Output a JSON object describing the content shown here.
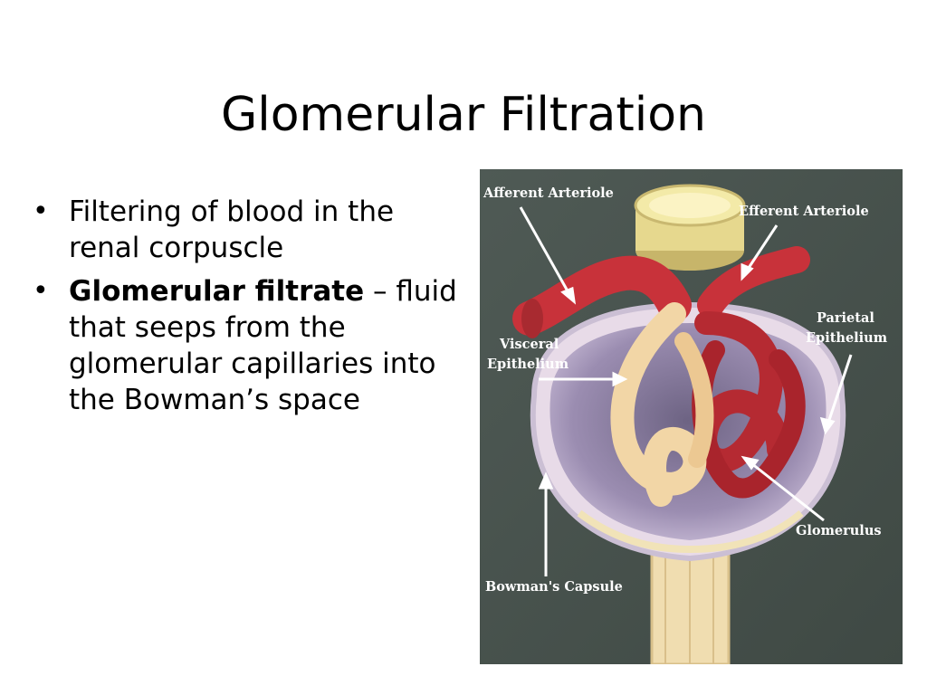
{
  "title": "Glomerular Filtration",
  "bullets": [
    {
      "text": "Filtering of blood in the renal corpuscle"
    },
    {
      "term": "Glomerular filtrate",
      "dash": " – ",
      "text": "fluid that seeps from the glomerular capillaries into the Bowman’s space"
    }
  ],
  "figure": {
    "labels": {
      "afferent": "Afferent Arteriole",
      "efferent": "Efferent Arteriole",
      "parietal_1": "Parietal",
      "parietal_2": "Epithelium",
      "visceral_1": "Visceral",
      "visceral_2": "Epithelium",
      "glomerulus": "Glomerulus",
      "bowmans": "Bowman's Capsule"
    },
    "colors": {
      "background": "#46504c",
      "arteriole": "#c8323a",
      "capsule": "#b9a9c9",
      "visceral": "#f2d6a6",
      "label": "#ffffff"
    }
  }
}
